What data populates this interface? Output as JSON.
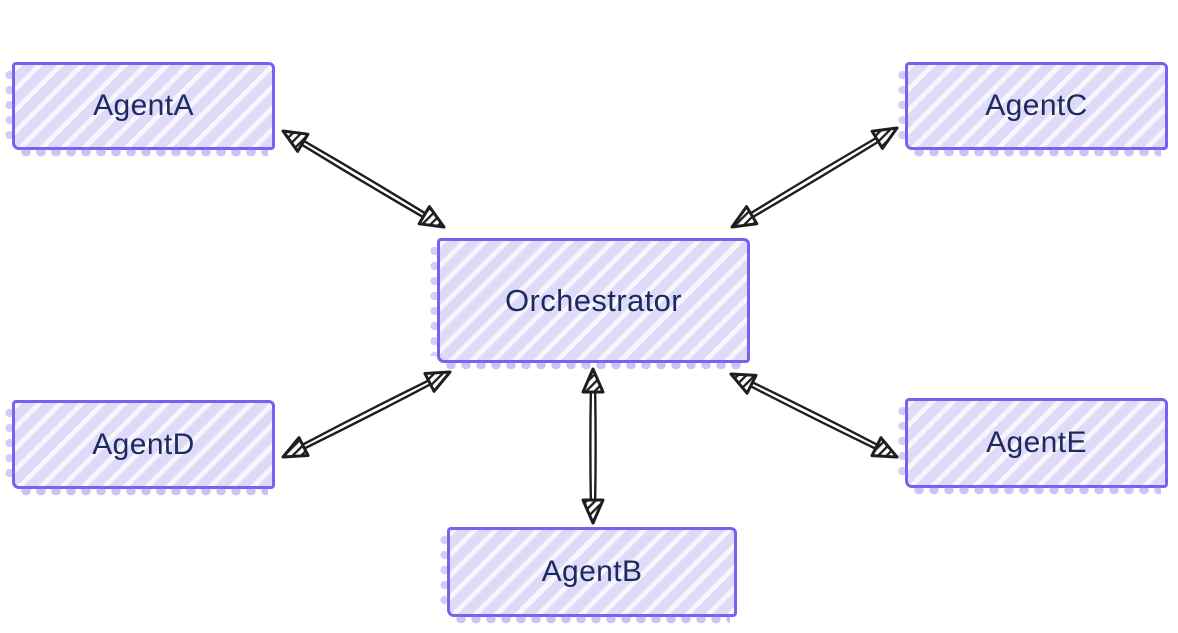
{
  "diagram": {
    "type": "graph",
    "nodes": [
      {
        "id": "agent-a",
        "label": "AgentA"
      },
      {
        "id": "agent-c",
        "label": "AgentC"
      },
      {
        "id": "orchestrator",
        "label": "Orchestrator"
      },
      {
        "id": "agent-d",
        "label": "AgentD"
      },
      {
        "id": "agent-e",
        "label": "AgentE"
      },
      {
        "id": "agent-b",
        "label": "AgentB"
      }
    ],
    "edges": [
      {
        "from": "orchestrator",
        "to": "agent-a",
        "direction": "bidirectional"
      },
      {
        "from": "orchestrator",
        "to": "agent-c",
        "direction": "bidirectional"
      },
      {
        "from": "orchestrator",
        "to": "agent-d",
        "direction": "bidirectional"
      },
      {
        "from": "orchestrator",
        "to": "agent-e",
        "direction": "bidirectional"
      },
      {
        "from": "orchestrator",
        "to": "agent-b",
        "direction": "bidirectional"
      }
    ],
    "colors": {
      "background": "#ffffff",
      "node_fill": "#dedaf7",
      "node_hatch": "#f7f5fd",
      "node_border": "#7d5ef1",
      "label": "#1c2a5e",
      "arrow": "#1e1e1e"
    }
  }
}
